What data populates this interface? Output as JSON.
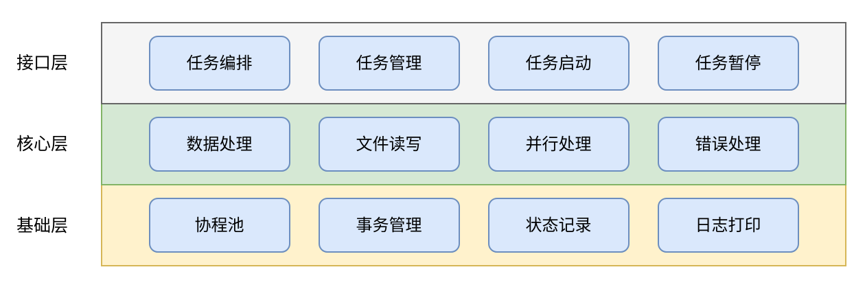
{
  "diagram": {
    "title": "layered-architecture",
    "module_style": {
      "fill": "#dae8fc",
      "border": "#6c8ebf"
    },
    "layers": [
      {
        "label": "接口层",
        "fill": "#f5f5f5",
        "border": "#666666",
        "modules": [
          "任务编排",
          "任务管理",
          "任务启动",
          "任务暂停"
        ]
      },
      {
        "label": "核心层",
        "fill": "#d5e8d4",
        "border": "#82b366",
        "modules": [
          "数据处理",
          "文件读写",
          "并行处理",
          "错误处理"
        ]
      },
      {
        "label": "基础层",
        "fill": "#fff2cc",
        "border": "#d6b656",
        "modules": [
          "协程池",
          "事务管理",
          "状态记录",
          "日志打印"
        ]
      }
    ]
  }
}
